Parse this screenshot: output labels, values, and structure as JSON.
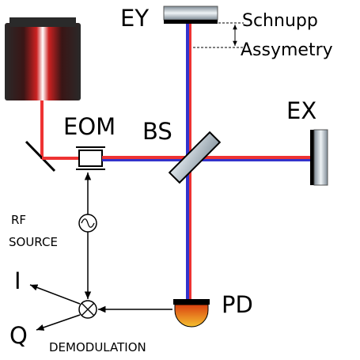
{
  "labels": {
    "ey": "EY",
    "ex": "EX",
    "bs": "BS",
    "eom": "EOM",
    "pd": "PD",
    "schnupp": "Schnupp",
    "assymetry": "Assymetry",
    "rf": "RF",
    "source": "SOURCE",
    "i": "I",
    "q": "Q",
    "demodulation": "DEMODULATION"
  },
  "colors": {
    "red_beam": "#ee3333",
    "blue_beam": "#3333cc",
    "mirror_face": "#c8d4dc",
    "laser_body": "#2a2a2a",
    "laser_core": "#cc2222",
    "pd_top": "#e05010",
    "pd_bottom": "#f0b020"
  },
  "icons": [
    "laser-source",
    "steering-mirror",
    "eom-crystal",
    "beam-splitter",
    "end-mirror-x",
    "end-mirror-y",
    "photodiode",
    "rf-oscillator-icon",
    "mixer-icon"
  ]
}
